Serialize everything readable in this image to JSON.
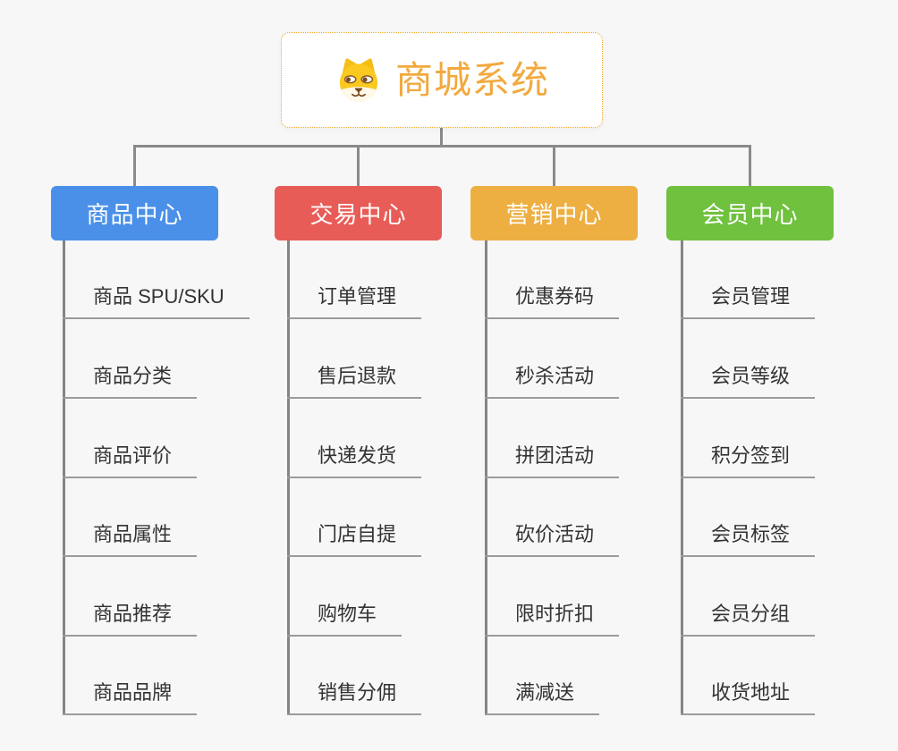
{
  "background": "#F7F7F7",
  "connector_color": "#8A8A8A",
  "underline_color": "#9B9B9B",
  "root": {
    "title": "商城系统",
    "icon": "doge-face-icon",
    "text_color": "#F2A93E",
    "border_color": "#F5A623"
  },
  "branches": [
    {
      "label": "商品中心",
      "color": "#4A90E9",
      "children": [
        "商品 SPU/SKU",
        "商品分类",
        "商品评价",
        "商品属性",
        "商品推荐",
        "商品品牌"
      ]
    },
    {
      "label": "交易中心",
      "color": "#E85C58",
      "children": [
        "订单管理",
        "售后退款",
        "快递发货",
        "门店自提",
        "购物车",
        "销售分佣"
      ]
    },
    {
      "label": "营销中心",
      "color": "#EDAF42",
      "children": [
        "优惠券码",
        "秒杀活动",
        "拼团活动",
        "砍价活动",
        "限时折扣",
        "满减送"
      ]
    },
    {
      "label": "会员中心",
      "color": "#6FC13E",
      "children": [
        "会员管理",
        "会员等级",
        "积分签到",
        "会员标签",
        "会员分组",
        "收货地址"
      ]
    }
  ]
}
